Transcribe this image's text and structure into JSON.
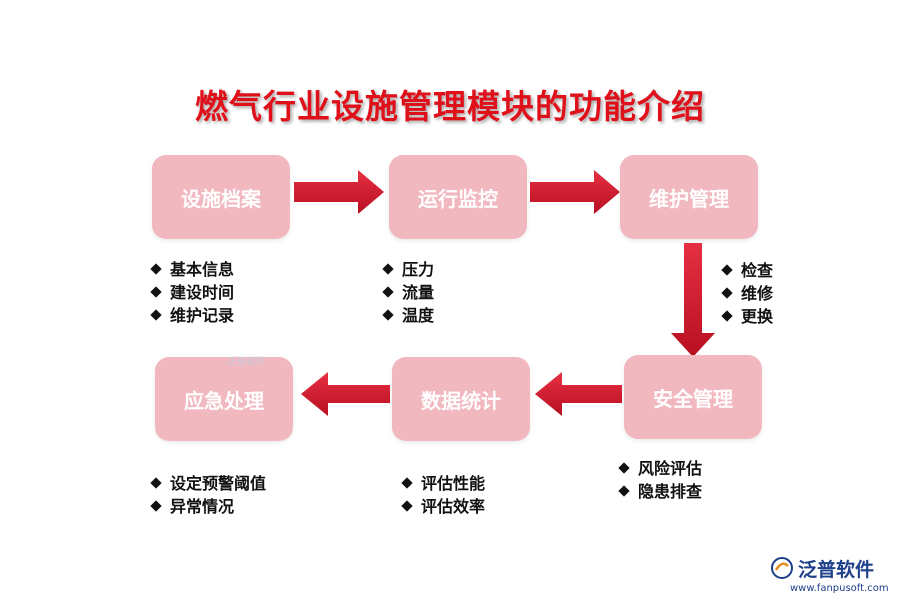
{
  "title": "燃气行业设施管理模块的功能介绍",
  "nodes": {
    "n1": {
      "label": "设施档案",
      "items": [
        "基本信息",
        "建设时间",
        "维护记录"
      ]
    },
    "n2": {
      "label": "运行监控",
      "items": [
        "压力",
        "流量",
        "温度"
      ]
    },
    "n3": {
      "label": "维护管理",
      "items": [
        "检查",
        "维修",
        "更换"
      ]
    },
    "n4": {
      "label": "安全管理",
      "items": [
        "风险评估",
        "隐患排查"
      ]
    },
    "n5": {
      "label": "数据统计",
      "items": [
        "评估性能",
        "评估效率"
      ]
    },
    "n6": {
      "label": "应急处理",
      "items": [
        "设定预警阈值",
        "异常情况"
      ]
    }
  },
  "watermark": "泛普软件",
  "logo": {
    "name": "泛普软件",
    "url": "www.fanpusoft.com"
  },
  "colors": {
    "title": "#e0101a",
    "box": "#f2b8c0",
    "arrow": "#d2182e"
  }
}
